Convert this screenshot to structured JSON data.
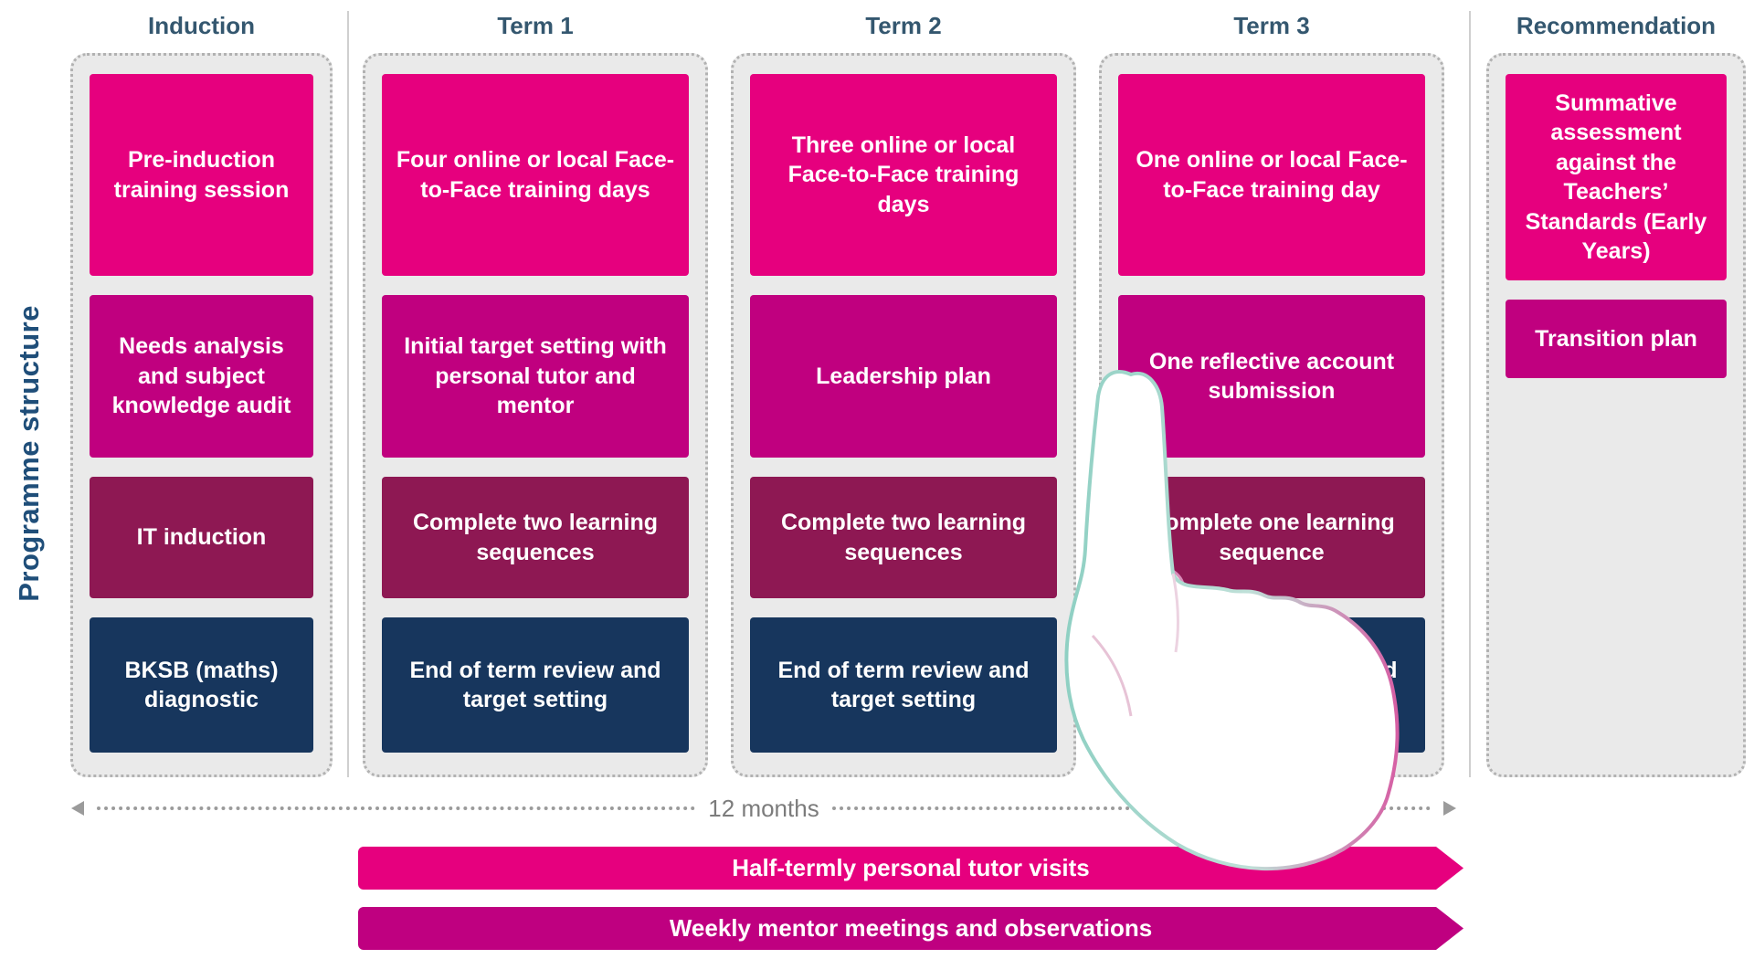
{
  "title": "Programme structure",
  "palette": {
    "pink": "#e6007e",
    "magenta": "#c0007f",
    "burgundy": "#8e1853",
    "navy": "#17365d",
    "header_text": "#34576f",
    "side_label_text": "#1f4e79",
    "column_bg": "#eaeaea",
    "timeline_gray": "#9b9b9b"
  },
  "columns": [
    {
      "header": "Induction",
      "blocks": [
        {
          "text": "Pre-induction training session",
          "color": "pink"
        },
        {
          "text": "Needs analysis and subject knowledge audit",
          "color": "magenta"
        },
        {
          "text": "IT induction",
          "color": "burgundy"
        },
        {
          "text": "BKSB (maths) diagnostic",
          "color": "navy"
        }
      ]
    },
    {
      "header": "Term 1",
      "blocks": [
        {
          "text": "Four online or local Face-to-Face training days",
          "color": "pink"
        },
        {
          "text": "Initial target setting with personal tutor and mentor",
          "color": "magenta"
        },
        {
          "text": "Complete two learning sequences",
          "color": "burgundy"
        },
        {
          "text": "End of term review and target setting",
          "color": "navy"
        }
      ]
    },
    {
      "header": "Term 2",
      "blocks": [
        {
          "text": "Three online or local Face-to-Face training days",
          "color": "pink"
        },
        {
          "text": "Leadership plan",
          "color": "magenta"
        },
        {
          "text": "Complete two learning sequences",
          "color": "burgundy"
        },
        {
          "text": "End of term review and target setting",
          "color": "navy"
        }
      ]
    },
    {
      "header": "Term 3",
      "blocks": [
        {
          "text": "One online or local Face-to-Face training day",
          "color": "pink"
        },
        {
          "text": "One reflective account submission",
          "color": "magenta"
        },
        {
          "text": "Complete one learning sequence",
          "color": "burgundy"
        },
        {
          "text": "End of term review and target setting",
          "color": "navy"
        }
      ]
    },
    {
      "header": "Recommendation",
      "blocks": [
        {
          "text": "Summative assessment against the Teachers’ Standards (Early Years)",
          "color": "pink"
        },
        {
          "text": "Transition plan",
          "color": "magenta"
        }
      ]
    }
  ],
  "timeline": {
    "label": "12 months"
  },
  "banners": [
    {
      "text": "Half-termly personal tutor visits",
      "color": "#e6007e"
    },
    {
      "text": "Weekly mentor meetings and observations",
      "color": "#bf0080"
    }
  ],
  "cursor": {
    "name": "hand-pointer"
  }
}
